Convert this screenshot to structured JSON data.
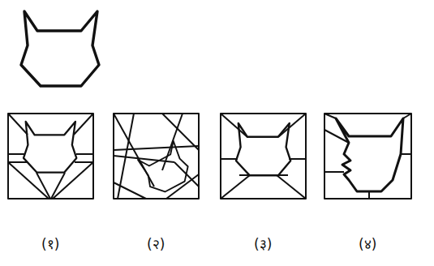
{
  "diagram": {
    "labels": [
      "(१)",
      "(२)",
      "(३)",
      "(४)"
    ]
  }
}
